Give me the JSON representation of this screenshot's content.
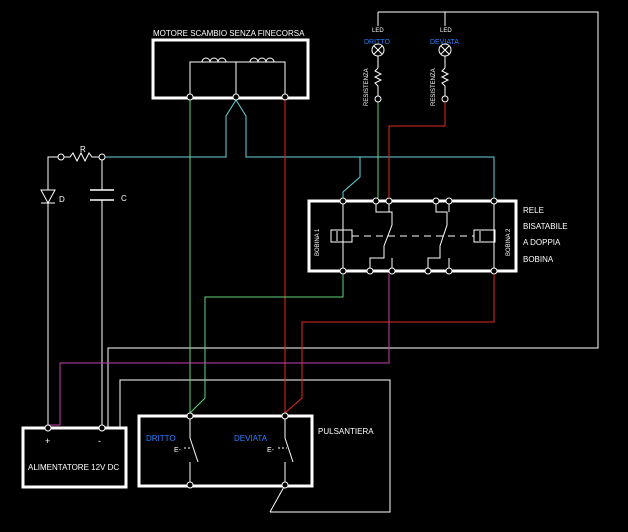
{
  "labels": {
    "motor_title": "MOTORE SCAMBIO SENZA FINECORSA",
    "led": "LED",
    "dritto": "DRITTO",
    "deviata": "DEVIATA",
    "resistenza": "RESISTENZA",
    "r": "R",
    "c": "C",
    "d": "D",
    "rele": [
      "RELE",
      "BISATABILE",
      "A DOPPIA",
      "BOBINA"
    ],
    "bobina1": "BOBINA 1",
    "bobina2": "BOBINA 2",
    "pulsantiera": "PULSANTIERA",
    "btn_dritto": "DRITTO",
    "btn_deviata": "DEVIATA",
    "e": "E-",
    "plus": "+",
    "minus": "-",
    "alimentatore": "ALIMENTATORE 12V DC"
  },
  "colors": {
    "background": "#000000",
    "frame": "#ffffff",
    "cyan": "#6ad3e0",
    "green": "#5fd47a",
    "red": "#e02a20",
    "magenta": "#c33fae",
    "label_blue": "#2a7fff"
  }
}
